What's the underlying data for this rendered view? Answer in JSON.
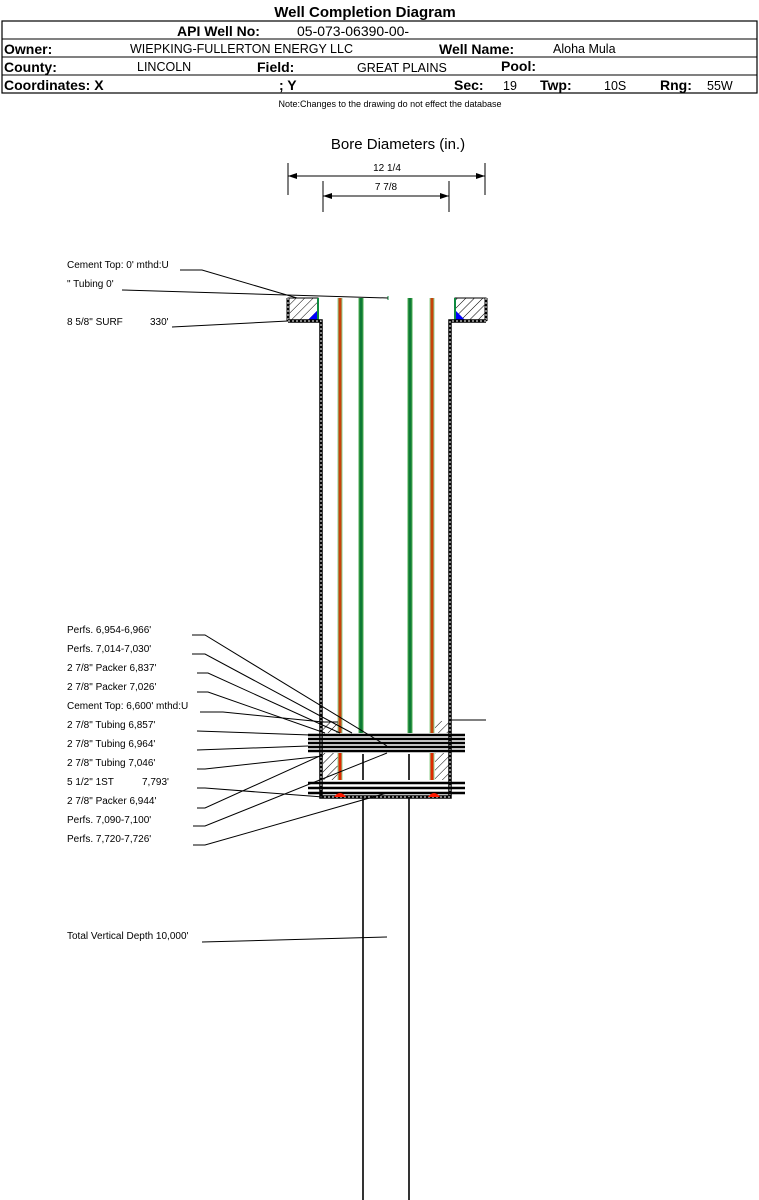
{
  "title": "Well Completion Diagram",
  "header": {
    "api_label": "API Well No:",
    "api_value": "05-073-06390-00-",
    "owner_label": "Owner:",
    "owner_value": "WIEPKING-FULLERTON ENERGY LLC",
    "well_name_label": "Well Name:",
    "well_name_value": "Aloha Mula",
    "county_label": "County:",
    "county_value": "LINCOLN",
    "field_label": "Field:",
    "field_value": "GREAT PLAINS",
    "pool_label": "Pool:",
    "pool_value": "",
    "coord_label": "Coordinates: X",
    "coord_y_label": "; Y",
    "sec_label": "Sec:",
    "sec_value": "19",
    "twp_label": "Twp:",
    "twp_value": "10S",
    "rng_label": "Rng:",
    "rng_value": "55W"
  },
  "note": "Note:Changes to the drawing do not effect the database",
  "bore": {
    "title": "Bore Diameters (in.)",
    "outer_diameter": "12 1/4",
    "inner_diameter": "7 7/8"
  },
  "annotations": {
    "cement_top_surface": "Cement Top: 0' mthd:U",
    "tubing_surface": "\" Tubing 0'",
    "surface_casing": "8 5/8\" SURF",
    "surface_casing_depth": "330'",
    "perfs_1": "Perfs. 6,954-6,966'",
    "perfs_2": "Perfs. 7,014-7,030'",
    "packer_1": "2 7/8\" Packer 6,837'",
    "packer_2": "2 7/8\" Packer 7,026'",
    "cement_top_prod": "Cement Top: 6,600' mthd:U",
    "tubing_1": "2 7/8\" Tubing 6,857'",
    "tubing_2": "2 7/8\" Tubing 6,964'",
    "tubing_3": "2 7/8\" Tubing 7,046'",
    "production_casing": "5 1/2\" 1ST",
    "production_casing_depth": "7,793'",
    "packer_3": "2 7/8\" Packer 6,944'",
    "perfs_3": "Perfs. 7,090-7,100'",
    "perfs_4": "Perfs. 7,720-7,726'",
    "total_depth": "Total Vertical Depth 10,000'"
  },
  "colors": {
    "tubing_outer": "#e02a00",
    "tubing_inner": "#0e8a3e",
    "tubing_edge": "#8fd08f",
    "cement_wedge": "#0000ff",
    "cement_edge": "#0e8a3e",
    "packer_seat": "#ff1a00"
  }
}
